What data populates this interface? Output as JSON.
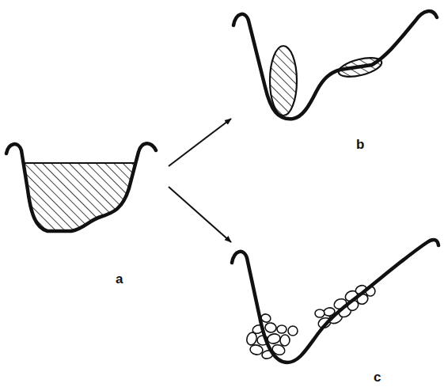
{
  "diagram": {
    "nodes": [
      {
        "text": [
          "a"
        ]
      },
      {
        "text": [
          "b"
        ]
      },
      {
        "text": [
          "c"
        ]
      }
    ],
    "edges": [
      {
        "from": 0,
        "to": 1,
        "arrow": "to"
      },
      {
        "from": 0,
        "to": 2,
        "arrow": "to"
      }
    ]
  }
}
